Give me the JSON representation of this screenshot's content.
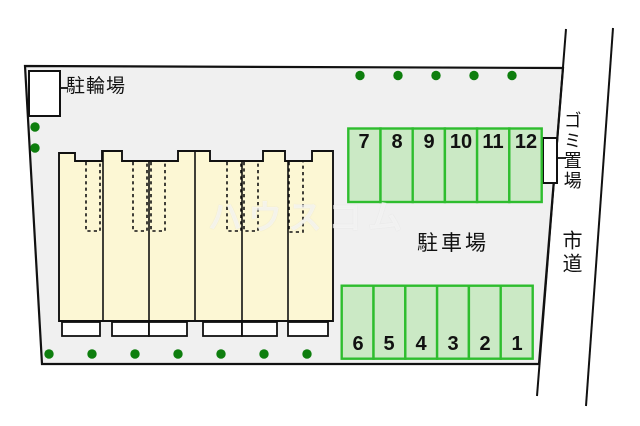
{
  "labels": {
    "bicycle_parking": "駐輪場",
    "parking_lot": "駐車場",
    "garbage": "ゴミ置場",
    "city_road": "市道"
  },
  "watermark": {
    "text": "ハウスコム"
  },
  "parking": {
    "top_row": [
      "7",
      "8",
      "9",
      "10",
      "11",
      "12"
    ],
    "bottom_row": [
      "6",
      "5",
      "4",
      "3",
      "2",
      "1"
    ]
  },
  "colors": {
    "site_fill": "#f0f0f0",
    "building_fill": "#fcf7d4",
    "space_fill": "#cbe9c5",
    "space_border": "#2ebd2e",
    "tree_green": "#0e7e0e",
    "outline": "#111111"
  }
}
